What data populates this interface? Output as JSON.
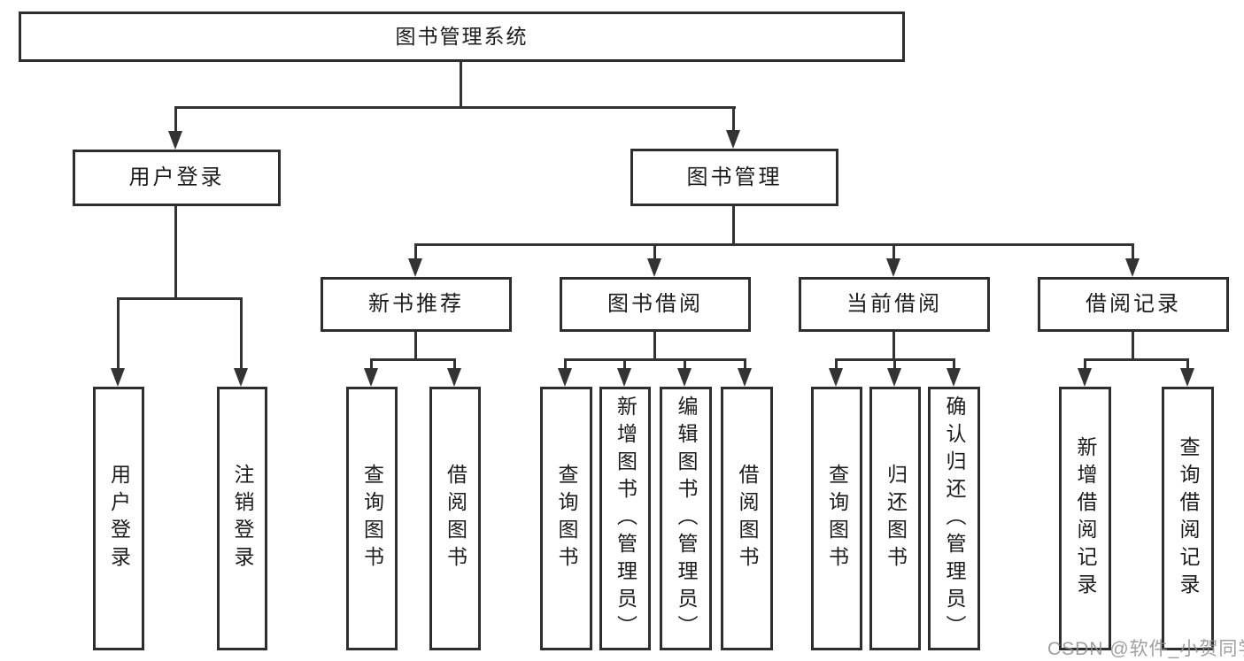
{
  "diagram": {
    "root": {
      "label": "图书管理系统"
    },
    "branches": [
      {
        "label": "用户登录",
        "children": [
          {
            "label": "用户登录"
          },
          {
            "label": "注销登录"
          }
        ]
      },
      {
        "label": "图书管理",
        "children": [
          {
            "label": "新书推荐",
            "children": [
              {
                "label": "查询图书"
              },
              {
                "label": "借阅图书"
              }
            ]
          },
          {
            "label": "图书借阅",
            "children": [
              {
                "label": "查询图书"
              },
              {
                "label": "新增图书（管理员）"
              },
              {
                "label": "编辑图书（管理员）"
              },
              {
                "label": "借阅图书"
              }
            ]
          },
          {
            "label": "当前借阅",
            "children": [
              {
                "label": "查询图书"
              },
              {
                "label": "归还图书"
              },
              {
                "label": "确认归还（管理员）"
              }
            ]
          },
          {
            "label": "借阅记录",
            "children": [
              {
                "label": "新增借阅记录"
              },
              {
                "label": "查询借阅记录"
              }
            ]
          }
        ]
      }
    ]
  },
  "colors": {
    "line": "#333333",
    "text": "#1c1c1c",
    "watermark": "#8f8f8f"
  },
  "watermark": {
    "text": "CSDN @软件_小贺同学"
  }
}
